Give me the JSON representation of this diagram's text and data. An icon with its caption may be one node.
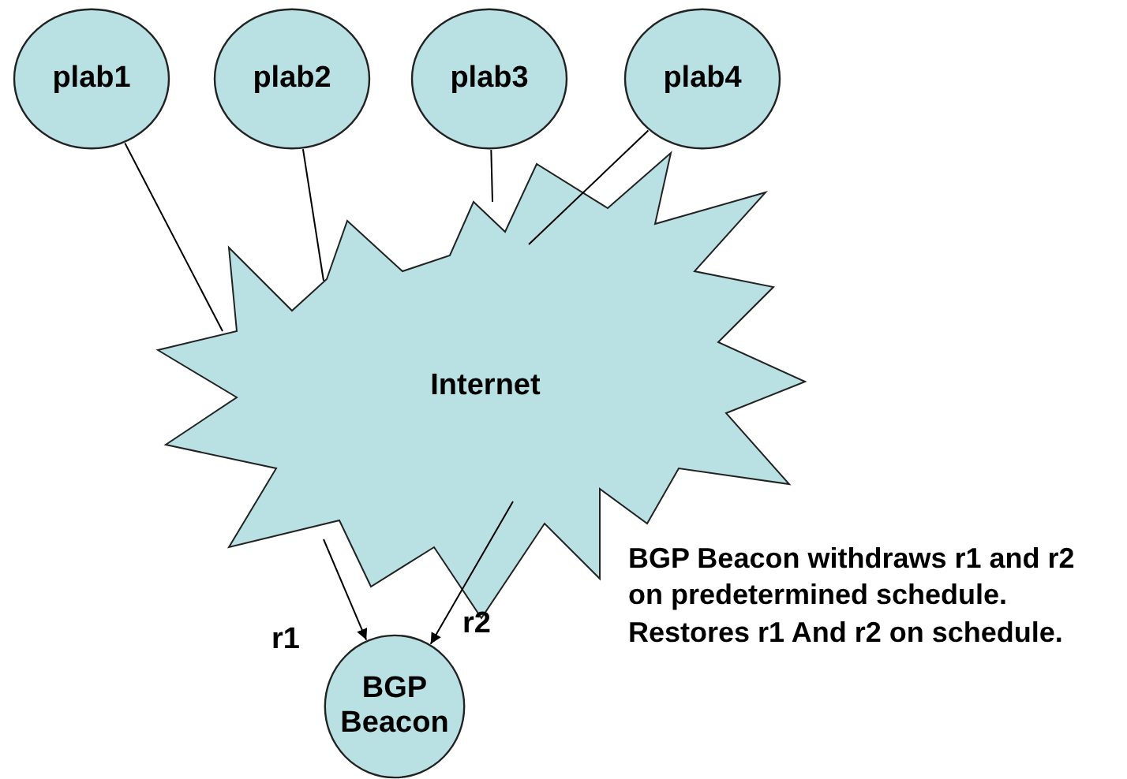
{
  "diagram": {
    "nodes": [
      {
        "text": [
          "plab1"
        ]
      },
      {
        "text": [
          "plab2"
        ]
      },
      {
        "text": [
          "plab3"
        ]
      },
      {
        "text": [
          "plab4"
        ]
      },
      {
        "text": [
          "Internet"
        ]
      },
      {
        "text": [
          "BGP Beacon"
        ]
      }
    ],
    "edges": [
      {
        "from": 0,
        "to": 4,
        "arrow": "none"
      },
      {
        "from": 1,
        "to": 4,
        "arrow": "none"
      },
      {
        "from": 2,
        "to": 4,
        "arrow": "none"
      },
      {
        "from": 3,
        "to": 4,
        "arrow": "none"
      },
      {
        "from": 4,
        "to": 5,
        "arrow": "to",
        "label": "r1"
      },
      {
        "from": 4,
        "to": 5,
        "arrow": "to",
        "label": "r2"
      }
    ],
    "labels": [
      "BGP Beacon withdraws r1 and r2 on predetermined schedule.  Restores r1 And r2 on schedule."
    ]
  }
}
